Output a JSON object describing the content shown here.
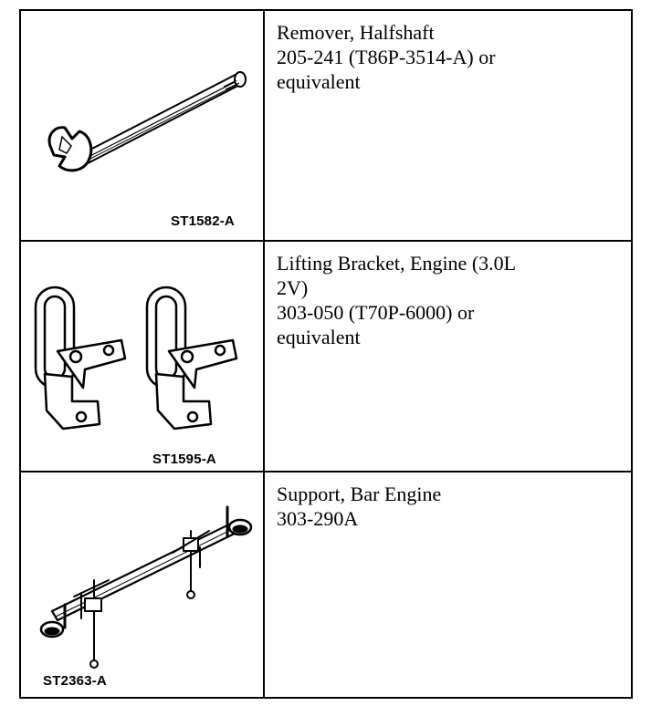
{
  "tools": [
    {
      "image_code": "ST1582-A",
      "illustration": "halfshaft-remover-wrench",
      "lines": [
        "Remover, Halfshaft",
        "205-241 (T86P-3514-A) or",
        "equivalent"
      ]
    },
    {
      "image_code": "ST1595-A",
      "illustration": "engine-lifting-brackets",
      "lines": [
        "Lifting Bracket, Engine (3.0L",
        "2V)",
        "303-050 (T70P-6000) or",
        "equivalent"
      ]
    },
    {
      "image_code": "ST2363-A",
      "illustration": "engine-support-bar",
      "lines": [
        "Support, Bar Engine",
        "303-290A"
      ]
    }
  ]
}
